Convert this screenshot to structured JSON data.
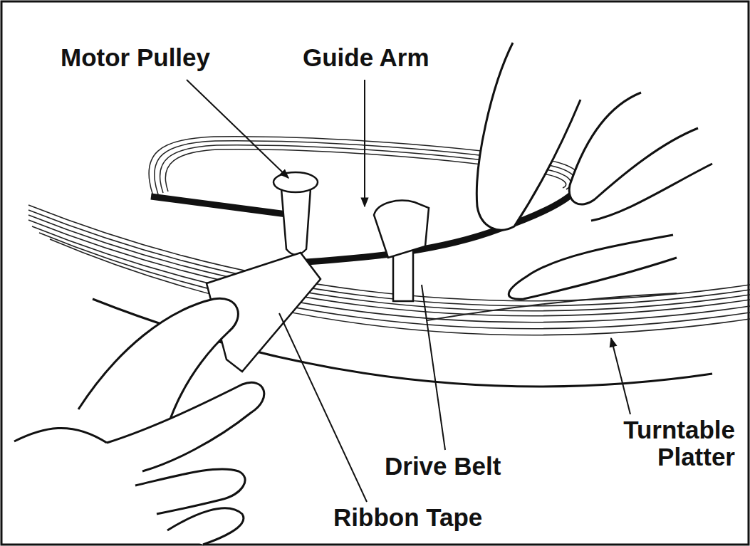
{
  "diagram": {
    "labels": [
      "Motor Pulley",
      "Guide Arm",
      "Drive Belt",
      "Turntable Platter",
      "Ribbon Tape"
    ]
  }
}
